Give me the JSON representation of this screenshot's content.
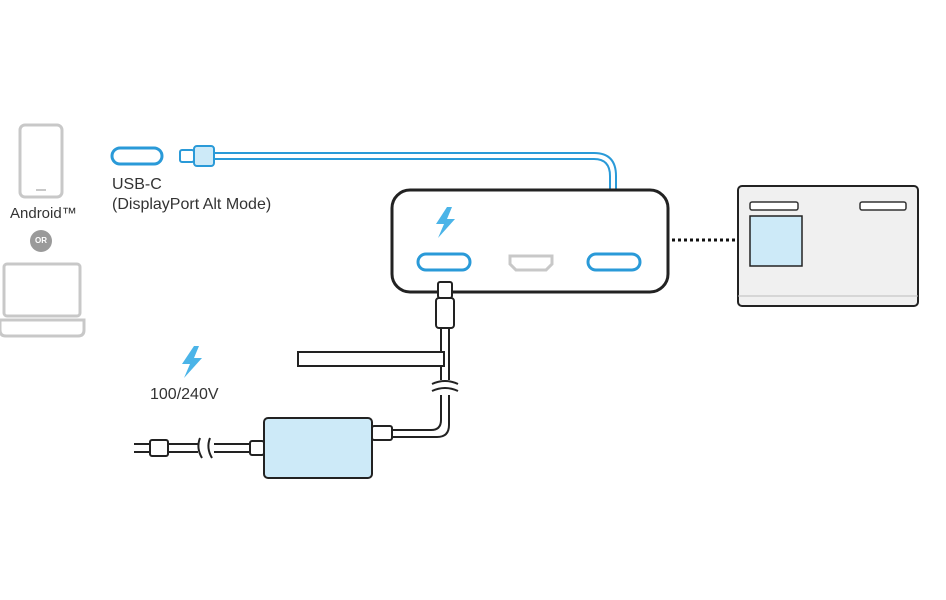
{
  "labels": {
    "usb_c": "USB-C",
    "displayport": "(DisplayPort Alt Mode)",
    "android": "Android™",
    "or": "OR",
    "voltage": "100/240V"
  },
  "colors": {
    "accent_blue": "#2a9ad8",
    "light_blue_fill": "#cdeaf8",
    "outline_dark": "#222222",
    "grey_device": "#c8c8c8",
    "dock_fill": "#f0f0f0"
  },
  "icons": [
    "phone-icon",
    "laptop-icon",
    "lightning-icon",
    "usb-c-port-icon",
    "hdmi-port-icon",
    "power-adapter-icon",
    "power-plug-icon",
    "dock-icon"
  ]
}
